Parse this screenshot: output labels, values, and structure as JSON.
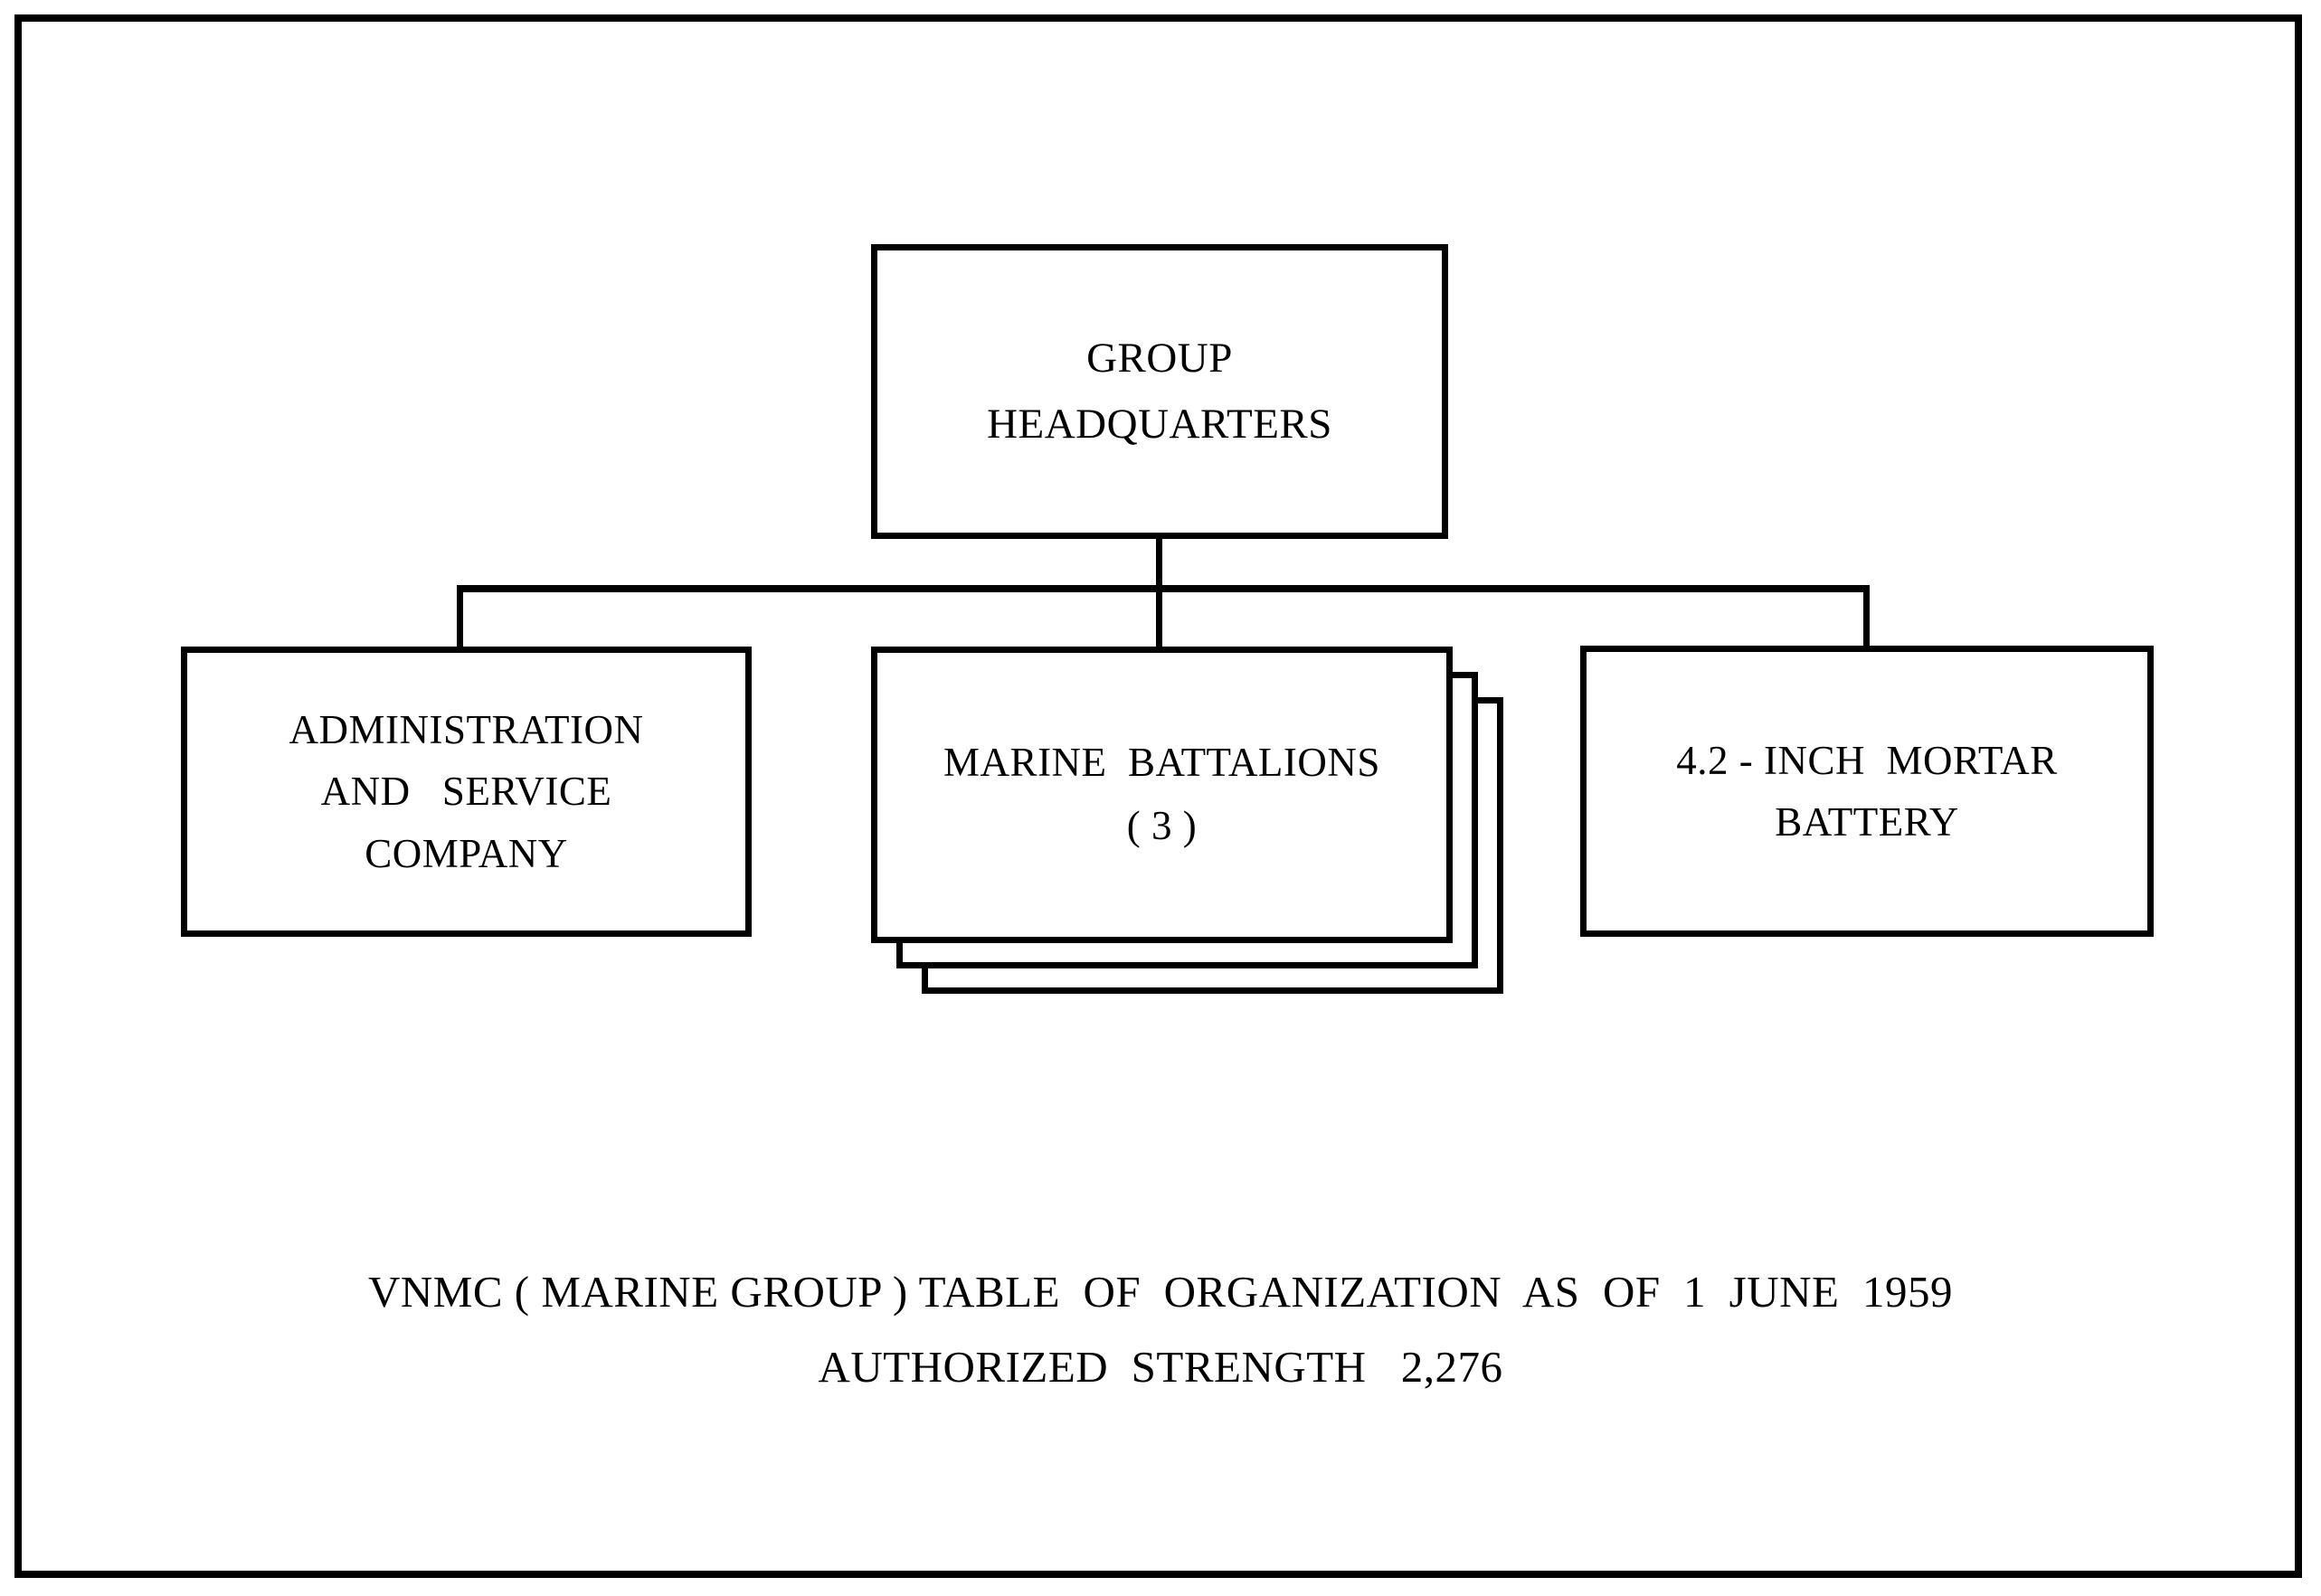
{
  "chart": {
    "type": "org-chart",
    "root": {
      "id": "group-headquarters",
      "lines": [
        "GROUP",
        "HEADQUARTERS"
      ]
    },
    "children": [
      {
        "id": "administration-and-service-company",
        "lines": [
          "ADMINISTRATION",
          "AND   SERVICE",
          "COMPANY"
        ],
        "stacked": false
      },
      {
        "id": "marine-battalions",
        "lines": [
          "MARINE  BATTALIONS",
          "( 3 )"
        ],
        "stacked": true,
        "stack_count": 3,
        "quantity": 3
      },
      {
        "id": "mortar-battery",
        "lines": [
          "4.2 - INCH  MORTAR",
          "BATTERY"
        ],
        "stacked": false
      }
    ]
  },
  "caption": {
    "line1": "VNMC ( MARINE GROUP ) TABLE  OF  ORGANIZATION  AS  OF  1  JUNE  1959",
    "line2": "AUTHORIZED  STRENGTH   2,276"
  },
  "colors": {
    "ink": "#000000",
    "paper": "#ffffff"
  }
}
